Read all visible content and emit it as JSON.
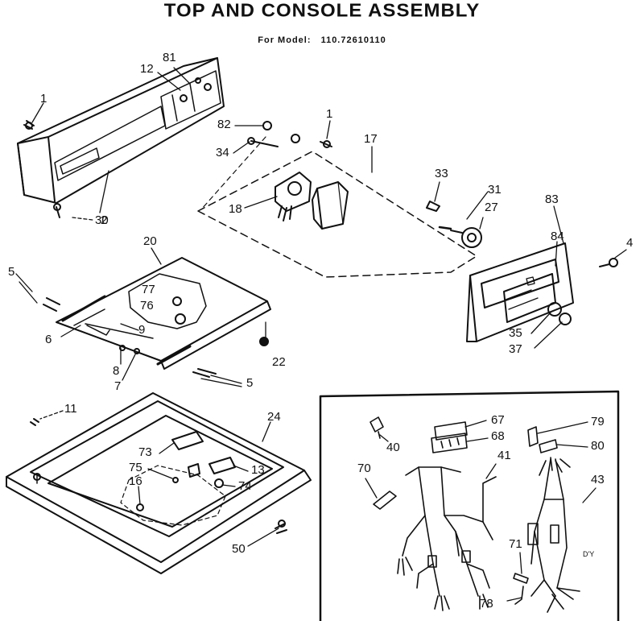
{
  "header": {
    "title": "TOP AND CONSOLE ASSEMBLY",
    "model_label": "For Model:",
    "model_number": "110.72610110"
  },
  "corner_mark": "D'Y",
  "callouts": {
    "c1a": "1",
    "c12": "12",
    "c81": "81",
    "c82": "82",
    "c1b": "1",
    "c17": "17",
    "c34": "34",
    "c30": "30",
    "c2": "2",
    "c18": "18",
    "c33": "33",
    "c31": "31",
    "c27": "27",
    "c83": "83",
    "c84": "84",
    "c4": "4",
    "c20": "20",
    "c5a": "5",
    "c77": "77",
    "c76": "76",
    "c6": "6",
    "c9": "9",
    "c8": "8",
    "c7": "7",
    "c22": "22",
    "c5b": "5",
    "c35": "35",
    "c37": "37",
    "c11": "11",
    "c24": "24",
    "c73": "73",
    "c75": "75",
    "c13": "13",
    "c16": "16",
    "c74": "74",
    "c50": "50",
    "c67": "67",
    "c68": "68",
    "c79": "79",
    "c80": "80",
    "c40": "40",
    "c70": "70",
    "c41": "41",
    "c43": "43",
    "c71": "71",
    "c78": "78"
  }
}
